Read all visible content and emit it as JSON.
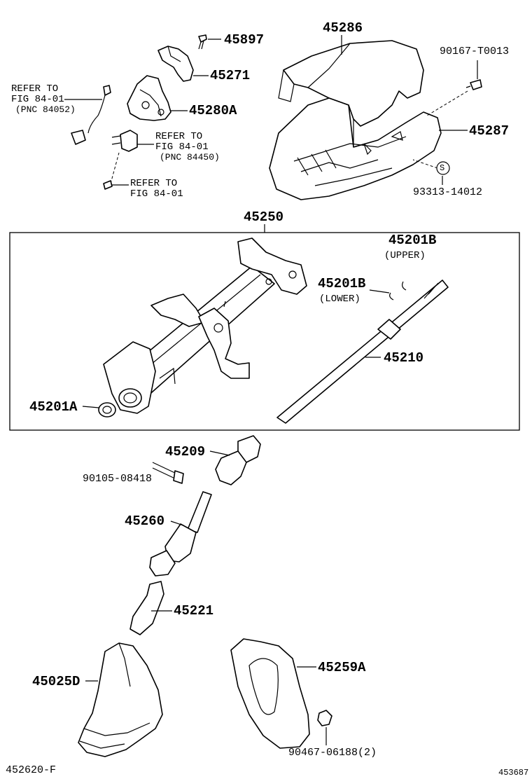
{
  "parts": {
    "p45897": "45897",
    "p45286": "45286",
    "p90167": "90167-T0013",
    "p45271": "45271",
    "p45280A": "45280A",
    "p45287": "45287",
    "p93313": "93313-14012",
    "p45250": "45250",
    "p45201B_upper": "45201B",
    "upper": "(UPPER)",
    "p45201B_lower": "45201B",
    "lower": "(LOWER)",
    "p45210": "45210",
    "p45201A": "45201A",
    "p45209": "45209",
    "p90105": "90105-08418",
    "p45260": "45260",
    "p45221": "45221",
    "p45025D": "45025D",
    "p45259A": "45259A",
    "p90467": "90467-06188(2)"
  },
  "refs": {
    "ref1_line1": "REFER TO",
    "ref1_line2": "FIG 84-01",
    "ref1_line3": "(PNC 84052)",
    "ref2_line1": "REFER TO",
    "ref2_line2": "FIG 84-01",
    "ref2_line3": "(PNC 84450)",
    "ref3_line1": "REFER TO",
    "ref3_line2": "FIG 84-01"
  },
  "symbol_s": "S",
  "footer": {
    "left": "452620-F",
    "right": "453687"
  }
}
